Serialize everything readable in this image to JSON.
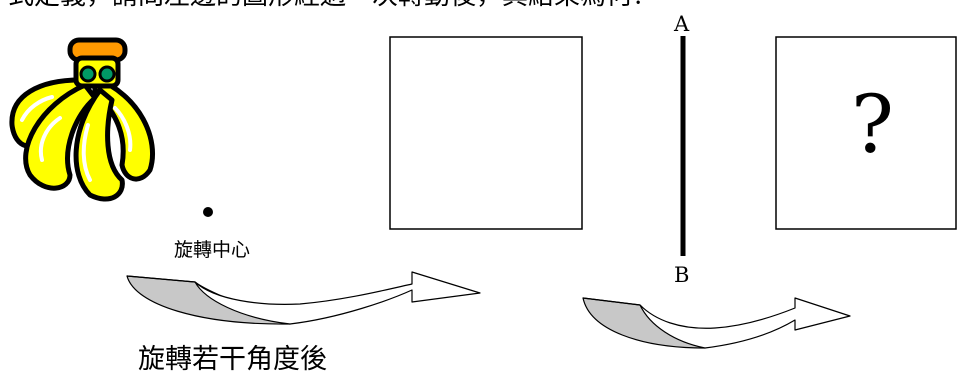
{
  "heading_fragment": "式定義，請問左邊的圖形經過一次轉動後，其結果為何？",
  "rotation_center_label": "旋轉中心",
  "rotation_caption": "旋轉若干角度後",
  "mirror_top_label": "A",
  "mirror_bottom_label": "B",
  "answer_mark": "?",
  "colors": {
    "banana_fill": "#ffff00",
    "banana_outline": "#000000",
    "stem": "#ff9900",
    "stem_knots": "#009966",
    "arrow_shadow": "#c8c8c8"
  },
  "icons": {
    "banana": "banana-bunch-icon",
    "rotation_arrow": "curved-arrow-icon"
  }
}
